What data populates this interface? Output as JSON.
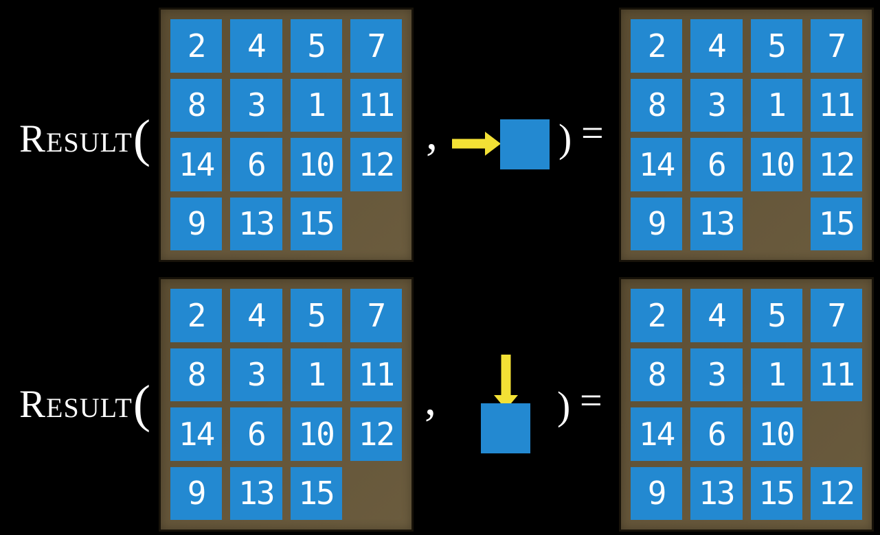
{
  "colors": {
    "background": "#000000",
    "frame_brown": "#65563a",
    "frame_border": "#171209",
    "tile_blue": "#2389d1",
    "arrow_yellow": "#f3e135",
    "text_white": "#ffffff"
  },
  "equations": [
    {
      "function_label": "Result",
      "open_paren": "(",
      "comma": ",",
      "close_paren": ")",
      "equals_sign": "=",
      "action": {
        "icon": "yellow-right-arrow",
        "direction": "right",
        "tile_icon": "blue-tile"
      },
      "input_grid": [
        [
          "2",
          "4",
          "5",
          "7"
        ],
        [
          "8",
          "3",
          "1",
          "11"
        ],
        [
          "14",
          "6",
          "10",
          "12"
        ],
        [
          "9",
          "13",
          "15",
          ""
        ]
      ],
      "output_grid": [
        [
          "2",
          "4",
          "5",
          "7"
        ],
        [
          "8",
          "3",
          "1",
          "11"
        ],
        [
          "14",
          "6",
          "10",
          "12"
        ],
        [
          "9",
          "13",
          "",
          "15"
        ]
      ]
    },
    {
      "function_label": "Result",
      "open_paren": "(",
      "comma": ",",
      "close_paren": ")",
      "equals_sign": "=",
      "action": {
        "icon": "yellow-down-arrow",
        "direction": "down",
        "tile_icon": "blue-tile"
      },
      "input_grid": [
        [
          "2",
          "4",
          "5",
          "7"
        ],
        [
          "8",
          "3",
          "1",
          "11"
        ],
        [
          "14",
          "6",
          "10",
          "12"
        ],
        [
          "9",
          "13",
          "15",
          ""
        ]
      ],
      "output_grid": [
        [
          "2",
          "4",
          "5",
          "7"
        ],
        [
          "8",
          "3",
          "1",
          "11"
        ],
        [
          "14",
          "6",
          "10",
          ""
        ],
        [
          "9",
          "13",
          "15",
          "12"
        ]
      ]
    }
  ]
}
